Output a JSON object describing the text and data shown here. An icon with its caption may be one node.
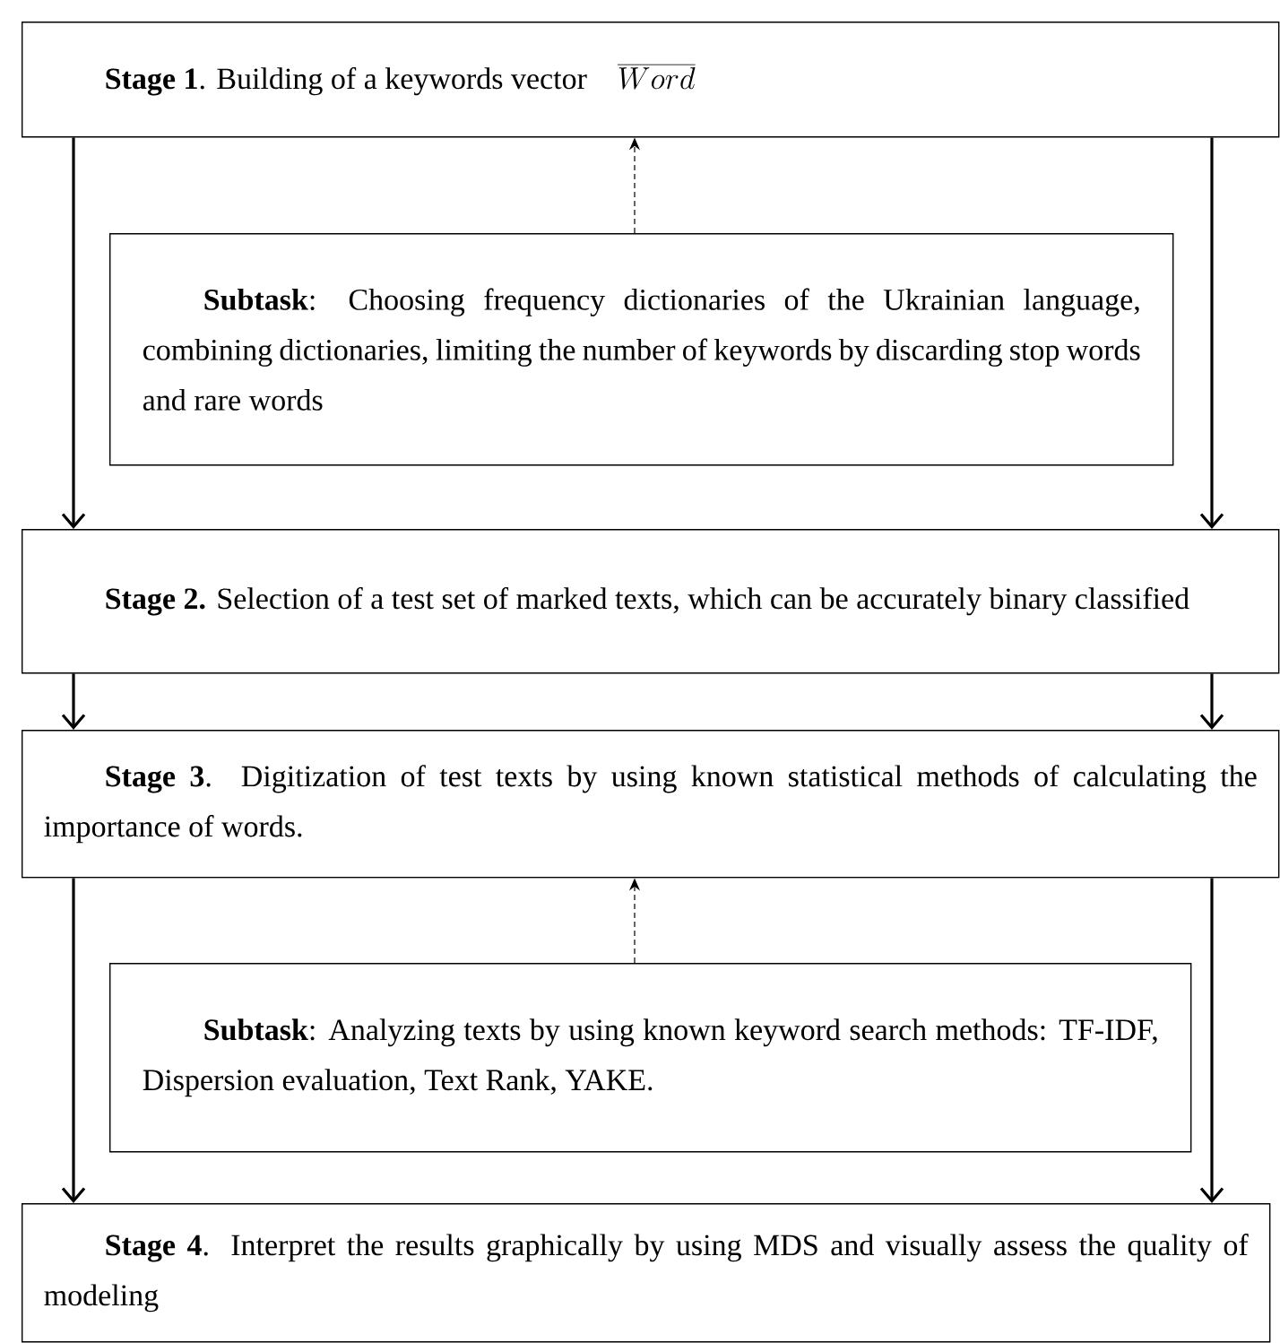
{
  "diagram": {
    "nodes": [
      {
        "text": [
          "**Stage 1**. Building of a keywords vector",
          "\\overline{Word}"
        ]
      },
      {
        "text": [
          "**Subtask**: Choosing frequency dictionaries of the Ukrainian language, combining dictionaries, limiting the number of keywords by discarding stop words and rare words"
        ]
      },
      {
        "text": [
          "**Stage 2.** Selection of a test set of marked texts, which can be accurately binary classified"
        ]
      },
      {
        "text": [
          "**Stage 3**. Digitization of test texts by using known statistical methods of calculating the importance of words."
        ]
      },
      {
        "text": [
          "**Subtask**: Analyzing texts by using known keyword search methods: TF-IDF, Dispersion evaluation, Text Rank, YAKE."
        ]
      },
      {
        "text": [
          "**Stage 4**. Interpret the results graphically by using MDS and visually assess the quality of modeling"
        ]
      }
    ],
    "edges": [
      {
        "from": 0,
        "to": 2,
        "arrow": "to"
      },
      {
        "from": 0,
        "to": 2,
        "arrow": "to"
      },
      {
        "from": 1,
        "to": 0,
        "arrow": "to",
        "style": "dashed"
      },
      {
        "from": 2,
        "to": 3,
        "arrow": "to"
      },
      {
        "from": 2,
        "to": 3,
        "arrow": "to"
      },
      {
        "from": 3,
        "to": 5,
        "arrow": "to"
      },
      {
        "from": 3,
        "to": 5,
        "arrow": "to"
      },
      {
        "from": 4,
        "to": 3,
        "arrow": "to",
        "style": "dashed"
      }
    ]
  }
}
